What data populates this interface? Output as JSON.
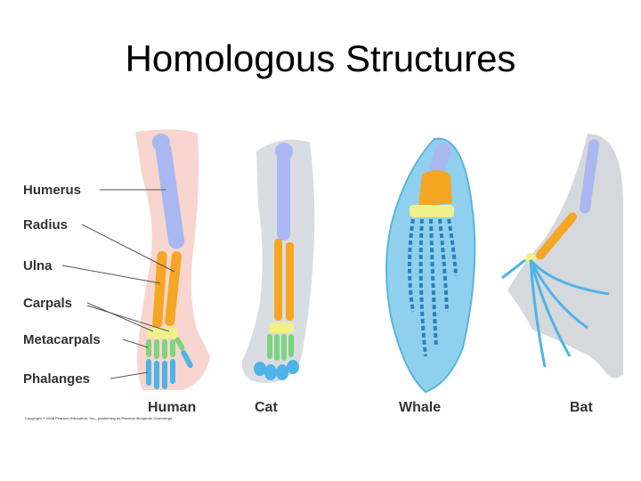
{
  "slide": {
    "title": "Homologous Structures"
  },
  "figure": {
    "bone_labels": [
      "Humerus",
      "Radius",
      "Ulna",
      "Carpals",
      "Metacarpals",
      "Phalanges"
    ],
    "limb_captions": [
      "Human",
      "Cat",
      "Whale",
      "Bat"
    ],
    "copyright": "Copyright © 2008 Pearson Education, Inc., publishing as Pearson Benjamin Cummings."
  },
  "colors": {
    "humerus": "#a9b8f0",
    "radius_ulna": "#f5a623",
    "carpals": "#f1f08a",
    "metacarpals": "#7fd37f",
    "phalanges": "#4fb3e8",
    "skin": "#f5c7bd",
    "cat_fur": "#d9dde2",
    "whale_flipper": "#8fd0ef",
    "bat_wing": "#d5d8dc",
    "label_text": "#333333"
  }
}
